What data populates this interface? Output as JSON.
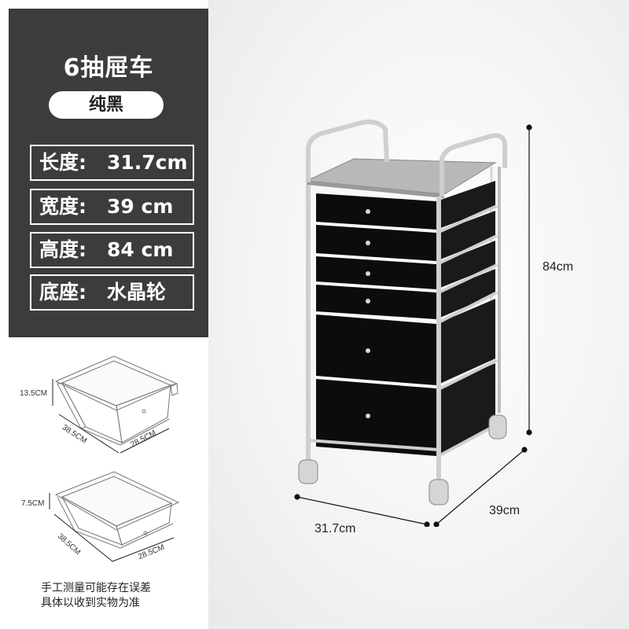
{
  "title": "6抽屉车",
  "color_badge": "纯黑",
  "specs": [
    {
      "key": "长度:",
      "value": "31.7cm"
    },
    {
      "key": "宽度:",
      "value": "39 cm"
    },
    {
      "key": "高度:",
      "value": "84 cm"
    },
    {
      "key": "底座:",
      "value": "水晶轮"
    }
  ],
  "trays": [
    {
      "height": "13.5CM",
      "length": "38.5CM",
      "width": "28.5CM"
    },
    {
      "height": "7.5CM",
      "length": "38.5CM",
      "width": "28.5CM"
    }
  ],
  "note": [
    "手工测量可能存在误差",
    "具体以收到实物为准"
  ],
  "product_dims": {
    "height": "84cm",
    "length": "31.7cm",
    "depth": "39cm"
  },
  "colors": {
    "panel": "#3c3c3c",
    "drawer": "#0c0c0c",
    "frame": "#c9c9c9"
  }
}
